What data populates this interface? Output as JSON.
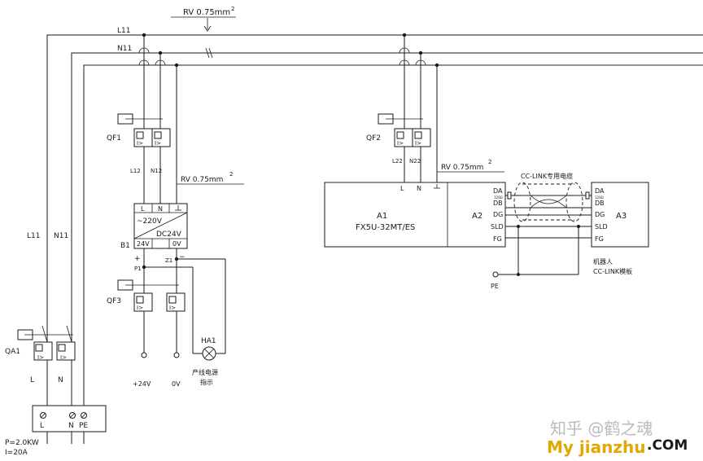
{
  "bus": {
    "line": "L11",
    "neutral": "N11",
    "cable": "RV 0.75mm",
    "sup": "2"
  },
  "left_feed": {
    "l_label": "L11",
    "n_label": "N11"
  },
  "qa1": {
    "name": "QA1",
    "l": "L",
    "n": "N"
  },
  "terminal": {
    "l": "L",
    "n": "N",
    "pe": "PE"
  },
  "power_info": {
    "power": "P=2.0KW",
    "current": "I=20A"
  },
  "qf1": {
    "name": "QF1",
    "l_out": "L12",
    "n_out": "N12"
  },
  "cable2": {
    "text": "RV 0.75mm",
    "sup": "2"
  },
  "psu": {
    "name": "B1",
    "l": "L",
    "n": "N",
    "in": "~220V",
    "out": "DC24V",
    "p24": "24V",
    "p0": "0V",
    "plus": "+",
    "minus": "−",
    "p1": "P1",
    "z1": "Z1"
  },
  "qf3": {
    "name": "QF3"
  },
  "outputs": {
    "v24": "+24V",
    "v0": "0V"
  },
  "lamp": {
    "name": "HA1",
    "desc1": "产线电源",
    "desc2": "指示"
  },
  "qf2": {
    "name": "QF2",
    "l_out": "L22",
    "n_out": "N22"
  },
  "cable3": {
    "text": "RV 0.75mm",
    "sup": "2"
  },
  "a1": {
    "name": "A1",
    "model": "FX5U-32MT/ES",
    "l": "L",
    "n": "N"
  },
  "a2": {
    "name": "A2",
    "da": "DA",
    "db": "DB",
    "dg": "DG",
    "sld": "SLD",
    "fg": "FG",
    "res": "120Ω"
  },
  "cclink_cable": "CC-LINK专用电缆",
  "a3": {
    "name": "A3",
    "da": "DA",
    "db": "DB",
    "dg": "DG",
    "sld": "SLD",
    "fg": "FG",
    "res": "120Ω"
  },
  "robot": {
    "line1": "机器人",
    "line2": "CC-LINK模板"
  },
  "pe": "PE",
  "watermark": {
    "zhihu": "知乎 @鹤之魂",
    "site": "My jianzhu",
    "com": ".COM"
  }
}
